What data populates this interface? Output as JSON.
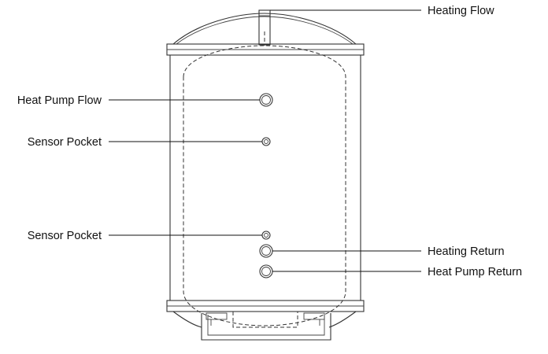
{
  "labels": {
    "heating_flow": "Heating Flow",
    "heat_pump_flow": "Heat Pump Flow",
    "sensor_pocket_upper": "Sensor Pocket",
    "sensor_pocket_lower": "Sensor Pocket",
    "heating_return": "Heating Return",
    "heat_pump_return": "Heat Pump Return"
  },
  "colors": {
    "line": "#333333",
    "text": "#111111",
    "background": "#ffffff"
  }
}
